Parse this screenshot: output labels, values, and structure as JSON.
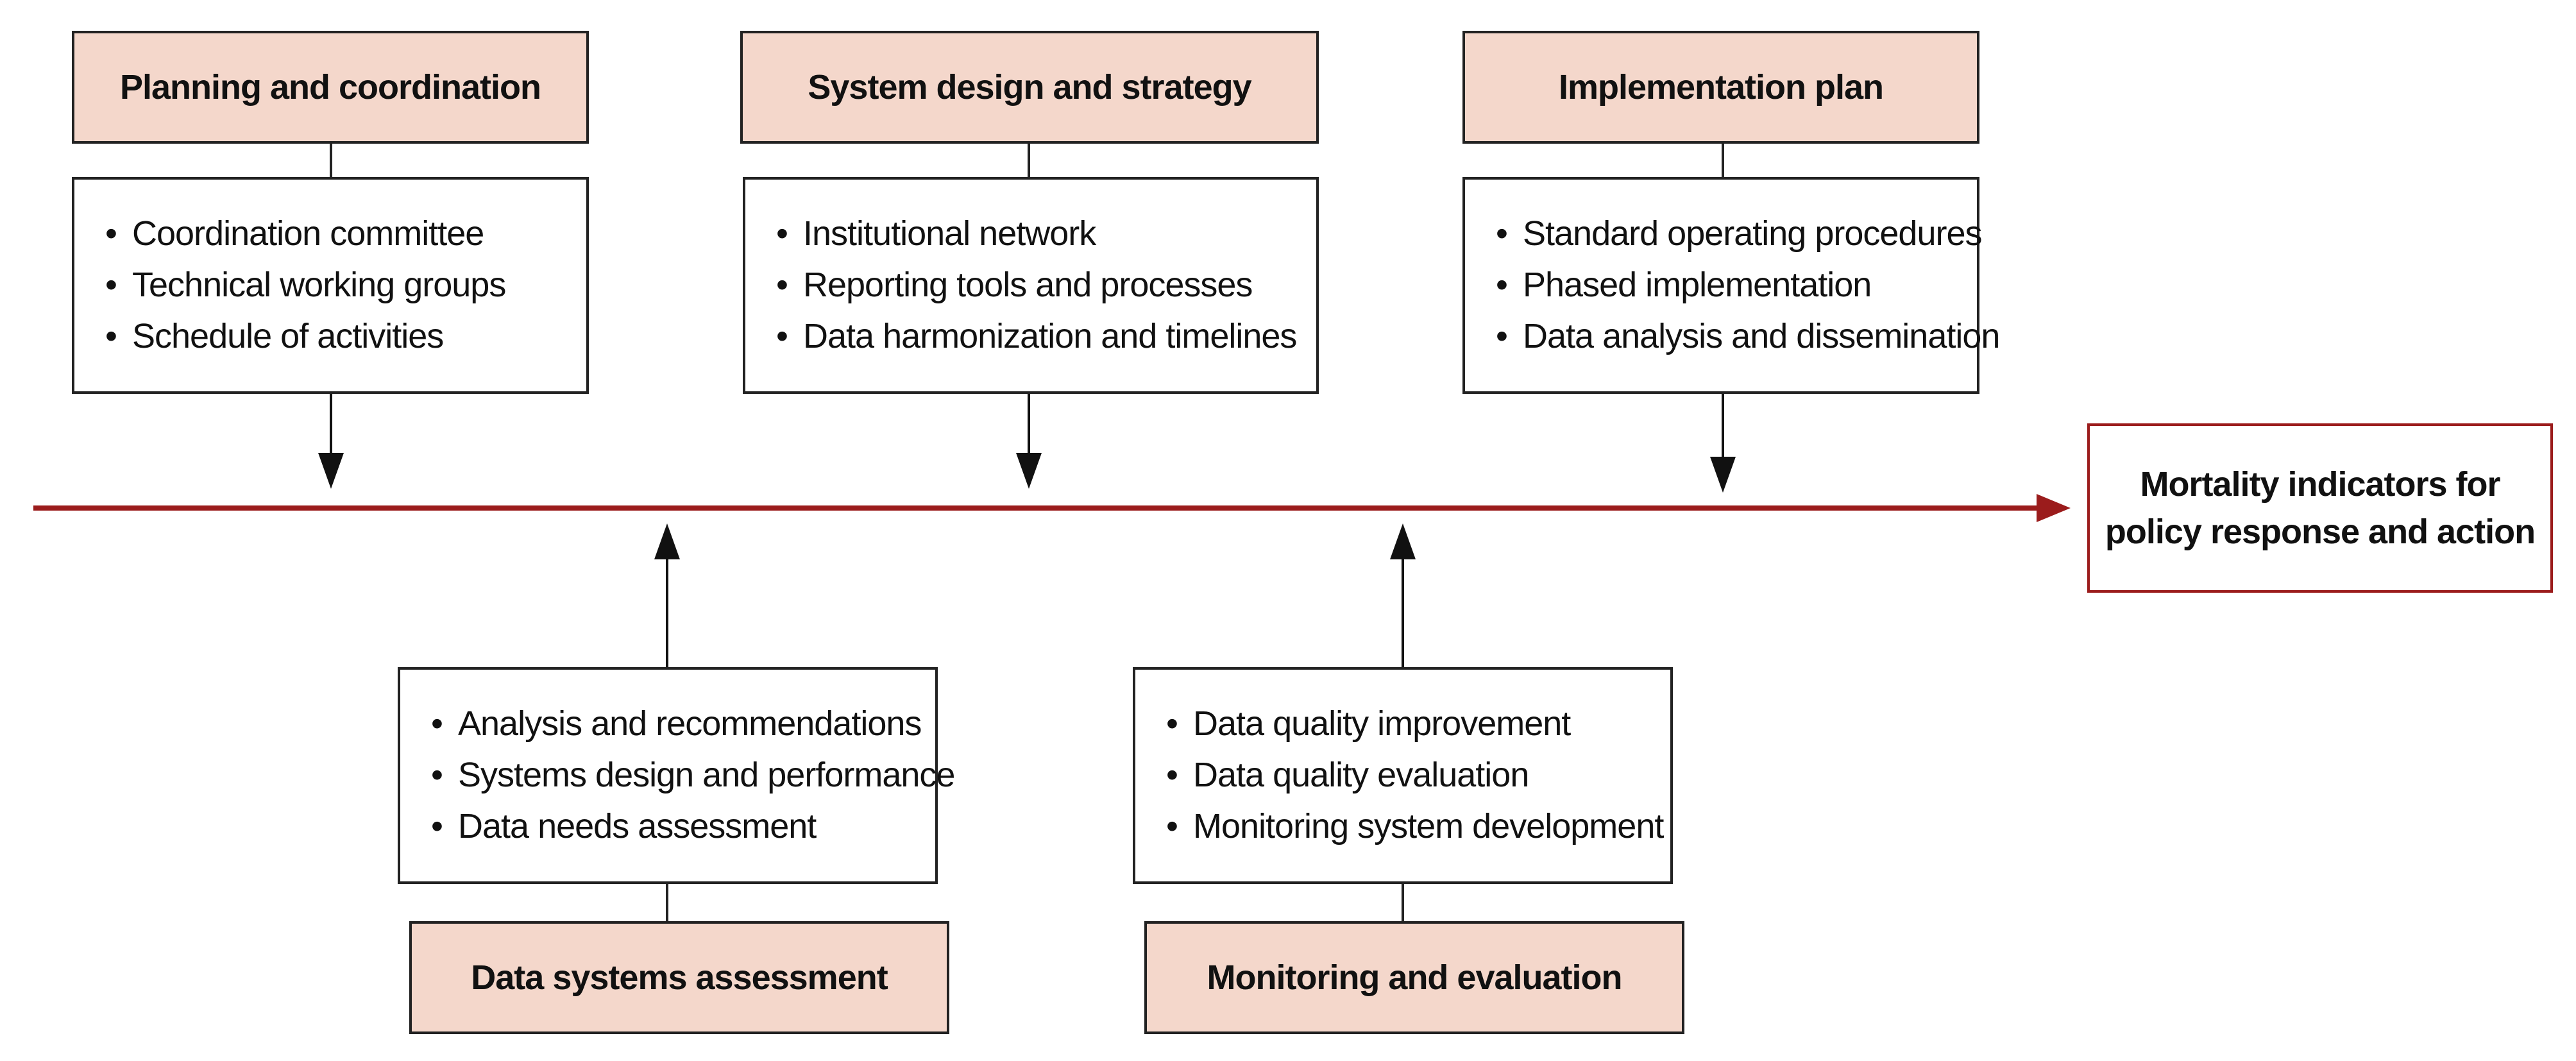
{
  "top_stages": [
    {
      "title": "Planning and coordination",
      "items": [
        "Coordination committee",
        "Technical working groups",
        "Schedule of activities"
      ]
    },
    {
      "title": "System design and strategy",
      "items": [
        "Institutional network",
        "Reporting tools and processes",
        "Data harmonization and timelines"
      ]
    },
    {
      "title": "Implementation plan",
      "items": [
        "Standard operating procedures",
        "Phased implementation",
        "Data analysis and dissemination"
      ]
    }
  ],
  "bottom_stages": [
    {
      "title": "Data systems assessment",
      "items": [
        "Analysis and recommendations",
        "Systems design and performance",
        "Data needs assessment"
      ]
    },
    {
      "title": "Monitoring and evaluation",
      "items": [
        "Data quality improvement",
        "Data quality evaluation",
        "Monitoring system development"
      ]
    }
  ],
  "outcome": {
    "lines": [
      "Mortality indicators for",
      "policy response and action"
    ]
  },
  "colors": {
    "timeline": "#9b1c1c",
    "title_fill": "#f4d7cb",
    "border": "#222222"
  }
}
